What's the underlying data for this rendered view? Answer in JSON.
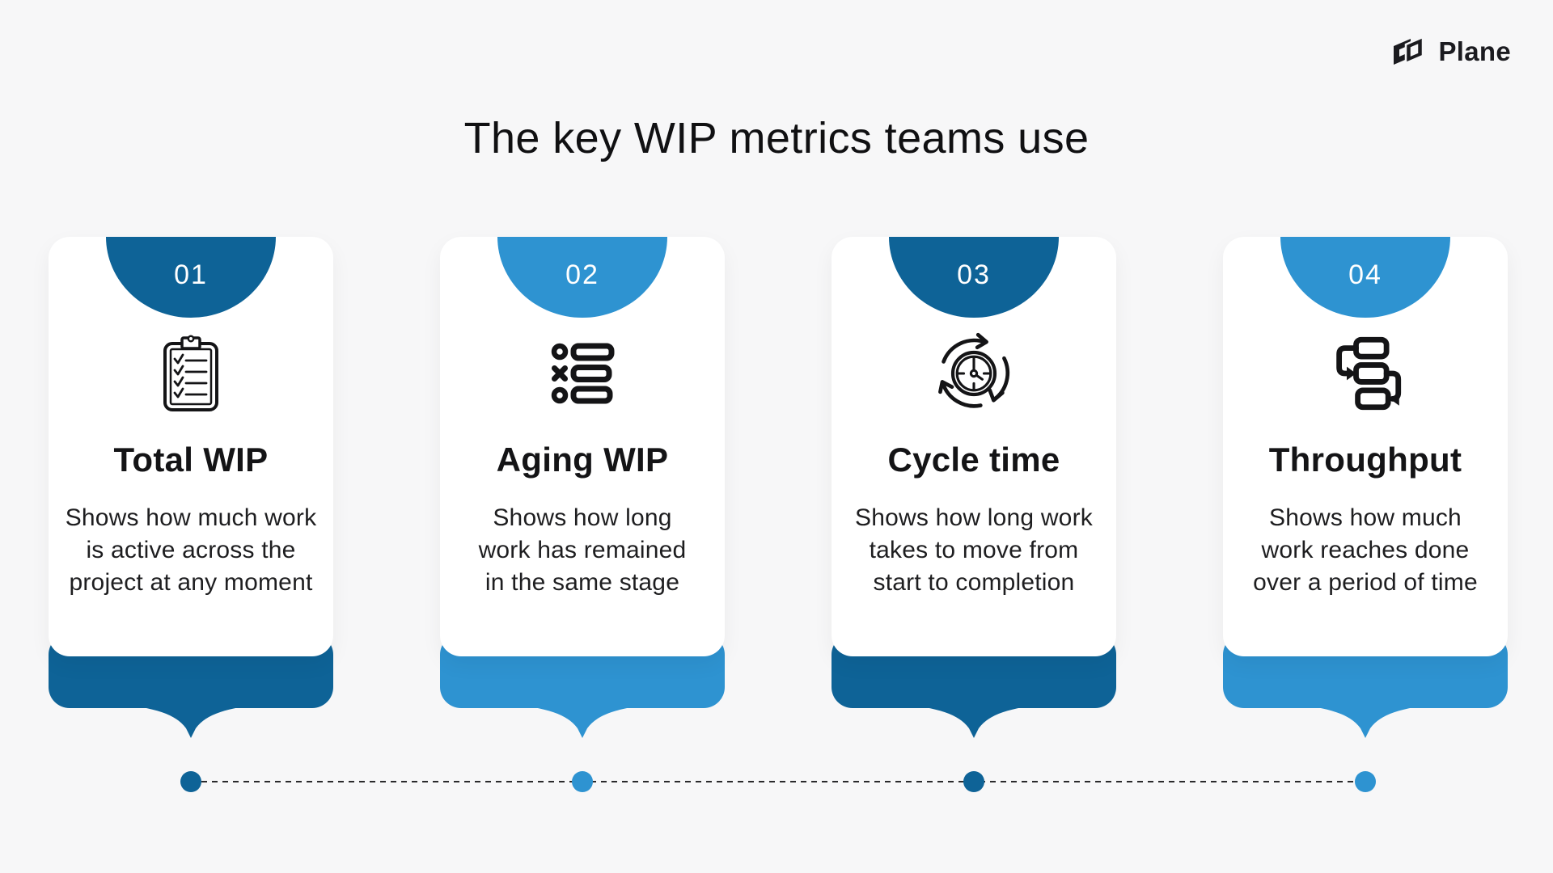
{
  "brand": {
    "name": "Plane",
    "icon": "plane-logo-icon"
  },
  "title": "The key WIP metrics teams use",
  "colors": {
    "dark_blue": "#0E6397",
    "light_blue": "#2E93D1",
    "background": "#F7F7F8",
    "card_background": "#FFFFFF",
    "text": "#141416"
  },
  "cards": [
    {
      "number": "01",
      "title": "Total WIP",
      "description": "Shows how much work\nis active across the\nproject at any moment",
      "icon": "clipboard-checklist-icon",
      "accent": "#0E6397"
    },
    {
      "number": "02",
      "title": "Aging WIP",
      "description": "Shows how long\nwork has remained\nin the same stage",
      "icon": "task-list-icon",
      "accent": "#2E93D1"
    },
    {
      "number": "03",
      "title": "Cycle time",
      "description": "Shows how long work\ntakes to move from\nstart to completion",
      "icon": "cycle-clock-icon",
      "accent": "#0E6397"
    },
    {
      "number": "04",
      "title": "Throughput",
      "description": "Shows how much\nwork reaches done\nover a period of time",
      "icon": "workflow-icon",
      "accent": "#2E93D1"
    }
  ],
  "timeline": {
    "dots": [
      {
        "accent": "#0E6397"
      },
      {
        "accent": "#2E93D1"
      },
      {
        "accent": "#0E6397"
      },
      {
        "accent": "#2E93D1"
      }
    ]
  }
}
